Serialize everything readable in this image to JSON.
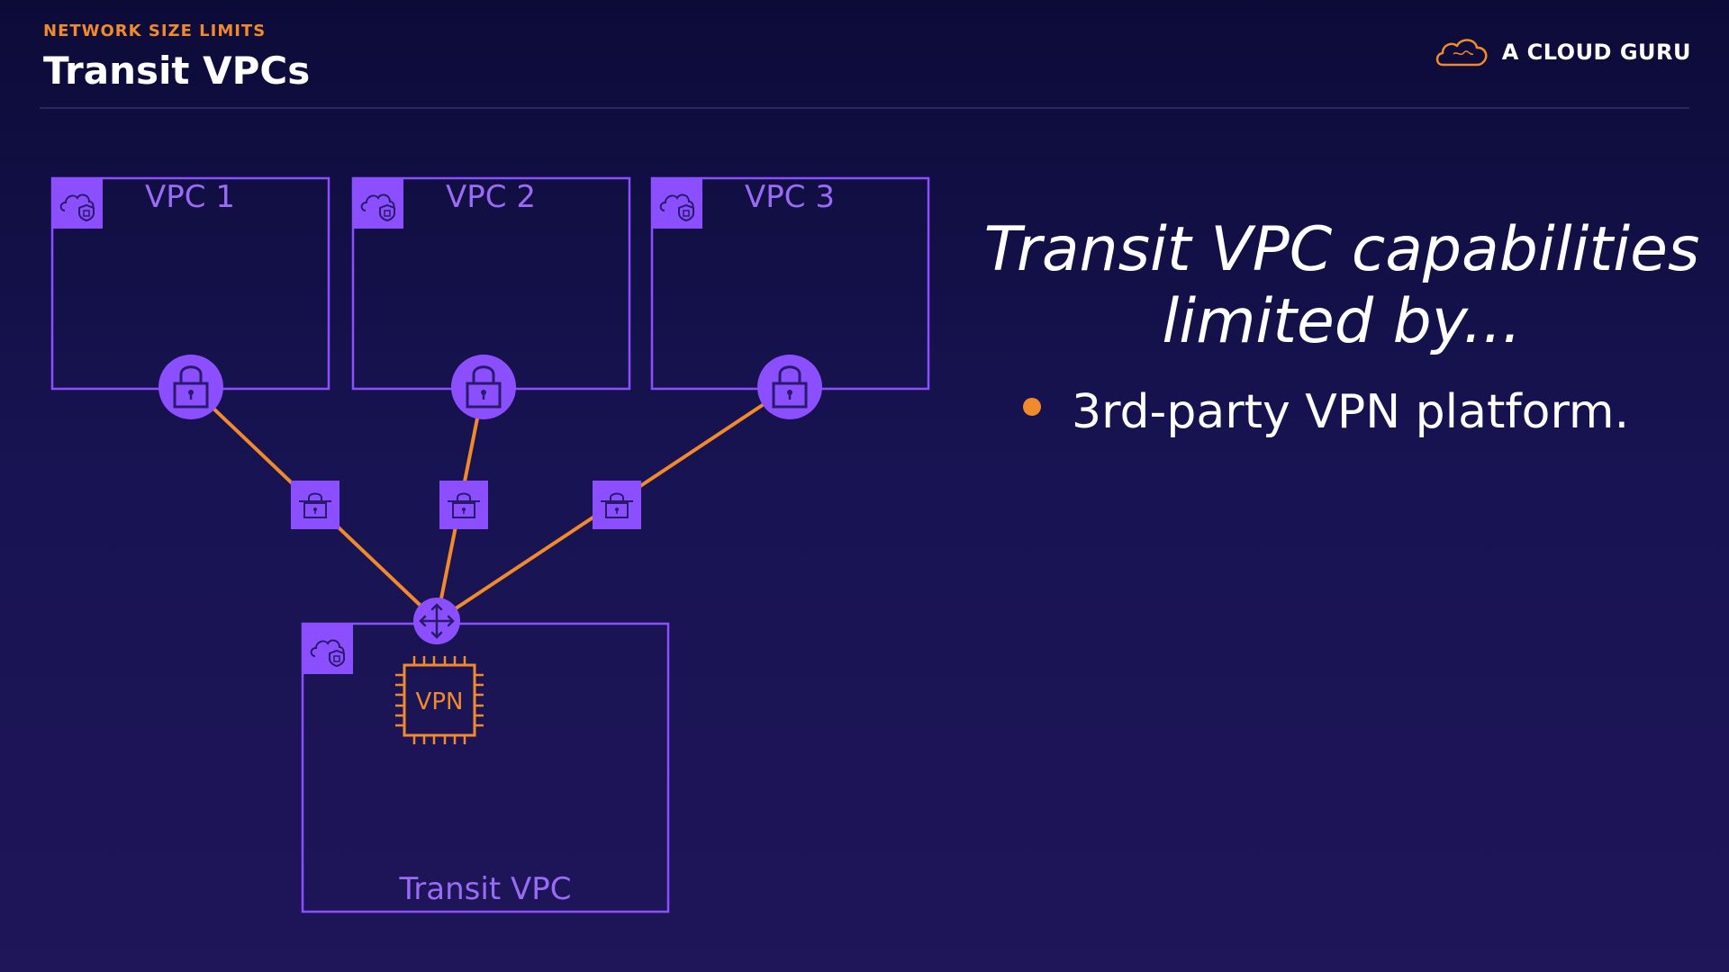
{
  "header": {
    "eyebrow": "NETWORK SIZE LIMITS",
    "title": "Transit VPCs"
  },
  "brand": {
    "name": "A CLOUD GURU",
    "logo_icon": "cloud-logo-icon"
  },
  "diagram": {
    "vpcs": [
      {
        "label": "VPC 1"
      },
      {
        "label": "VPC 2"
      },
      {
        "label": "VPC 3"
      }
    ],
    "transit_vpc": {
      "label": "Transit VPC"
    },
    "vpn_instance_label": "VPN",
    "icons": {
      "vpc": "vpc-cloud-shield-icon",
      "gateway": "vpn-gateway-lock-icon",
      "connection": "vpn-connection-icon",
      "router": "router-arrows-icon",
      "instance": "ec2-chip-icon"
    }
  },
  "content": {
    "headline_line1": "Transit VPC capabilities",
    "headline_line2": "limited by...",
    "bullets": [
      "3rd-party VPN platform."
    ]
  },
  "colors": {
    "background": "#171351",
    "accent_orange": "#f08a2c",
    "accent_purple": "#8c4fff",
    "text": "#ffffff"
  }
}
